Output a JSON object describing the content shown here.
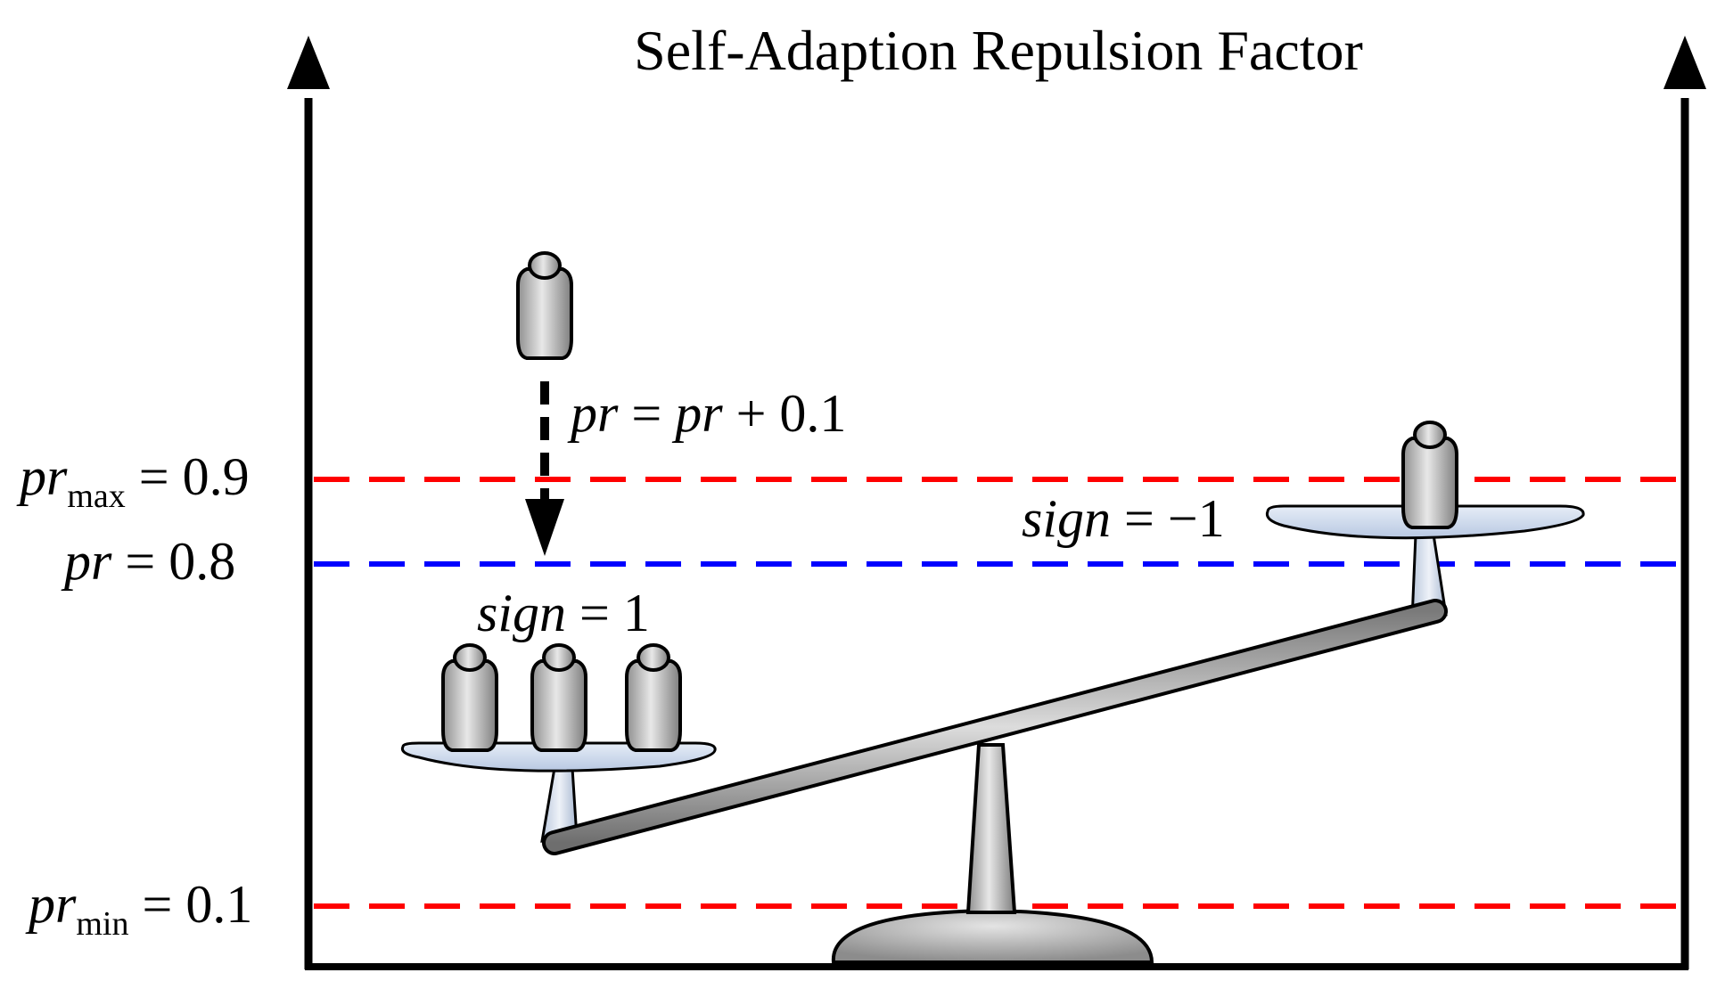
{
  "title": "Self-Adaption Repulsion Factor",
  "levels": {
    "pr_max": {
      "base": "pr",
      "sub": "max",
      "rest": " = 0.9",
      "value": 0.9,
      "color": "#ff0000"
    },
    "pr_cur": {
      "base": "pr",
      "rest": " = 0.8",
      "value": 0.8,
      "color": "#0000ff"
    },
    "pr_min": {
      "base": "pr",
      "sub": "min",
      "rest": " = 0.1",
      "value": 0.1,
      "color": "#ff0000"
    }
  },
  "update": {
    "a": "pr",
    "eq": " = ",
    "b": "pr",
    "rest": " + 0.1"
  },
  "sign_left": {
    "word": "sign",
    "rest": " = 1"
  },
  "sign_right": {
    "word": "sign",
    "rest": " = −1"
  },
  "weights": {
    "left_pan_count": 3,
    "right_pan_count": 1,
    "dropping_count": 1
  },
  "colors": {
    "axis": "#000000",
    "metal": "#9a9a9a",
    "pan": "#c9d6ea",
    "arrow": "#000000"
  }
}
